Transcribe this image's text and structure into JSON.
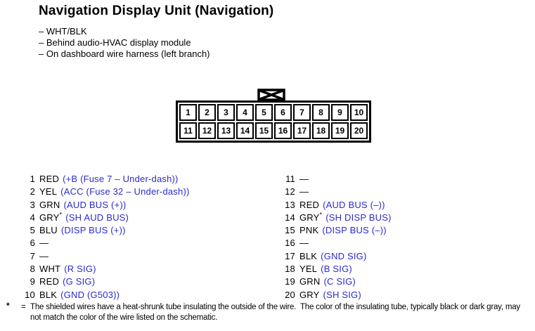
{
  "page": {
    "title": "Navigation Display Unit (Navigation)",
    "bullets": [
      "– WHT/BLK",
      "– Behind audio-HVAC display module",
      "– On dashboard wire harness (left branch)"
    ]
  },
  "colors": {
    "function_blue": "#2b2bce",
    "text_black": "#000000"
  },
  "connector": {
    "cells": [
      "1",
      "2",
      "3",
      "4",
      "5",
      "6",
      "7",
      "8",
      "9",
      "10",
      "11",
      "12",
      "13",
      "14",
      "15",
      "16",
      "17",
      "18",
      "19",
      "20"
    ]
  },
  "pins": {
    "left": [
      {
        "num": "1",
        "wire": "RED",
        "star": "",
        "func": "(+B (Fuse 7 – Under-dash))"
      },
      {
        "num": "2",
        "wire": "YEL",
        "star": "",
        "func": "(ACC (Fuse 32 – Under-dash))"
      },
      {
        "num": "3",
        "wire": "GRN",
        "star": "",
        "func": "(AUD BUS (+))"
      },
      {
        "num": "4",
        "wire": "GRY",
        "star": "*",
        "func": "(SH AUD BUS)"
      },
      {
        "num": "5",
        "wire": "BLU",
        "star": "",
        "func": "(DISP BUS (+))"
      },
      {
        "num": "6",
        "wire": "—",
        "star": "",
        "func": ""
      },
      {
        "num": "7",
        "wire": "—",
        "star": "",
        "func": ""
      },
      {
        "num": "8",
        "wire": "WHT",
        "star": "",
        "func": "(R SIG)"
      },
      {
        "num": "9",
        "wire": "RED",
        "star": "",
        "func": "(G SIG)"
      },
      {
        "num": "10",
        "wire": "BLK",
        "star": "",
        "func": "(GND (G503))"
      }
    ],
    "right": [
      {
        "num": "11",
        "wire": "—",
        "star": "",
        "func": ""
      },
      {
        "num": "12",
        "wire": "—",
        "star": "",
        "func": ""
      },
      {
        "num": "13",
        "wire": "RED",
        "star": "",
        "func": "(AUD BUS (–))"
      },
      {
        "num": "14",
        "wire": "GRY",
        "star": "*",
        "func": "(SH DISP BUS)"
      },
      {
        "num": "15",
        "wire": "PNK",
        "star": "",
        "func": "(DISP BUS (–))"
      },
      {
        "num": "16",
        "wire": "—",
        "star": "",
        "func": ""
      },
      {
        "num": "17",
        "wire": "BLK",
        "star": "",
        "func": "(GND SIG)"
      },
      {
        "num": "18",
        "wire": "YEL",
        "star": "",
        "func": "(B SIG)"
      },
      {
        "num": "19",
        "wire": "GRN",
        "star": "",
        "func": "(C SIG)"
      },
      {
        "num": "20",
        "wire": "GRY",
        "star": "",
        "func": "(SH SIG)"
      }
    ]
  },
  "footnote": {
    "symbol": "*",
    "equals": "=",
    "text": "The shielded wires have a heat-shrunk tube insulating the outside of the wire.  The color of the insulating tube, typically black or dark gray, may not match the color of the wire listed on the schematic."
  }
}
